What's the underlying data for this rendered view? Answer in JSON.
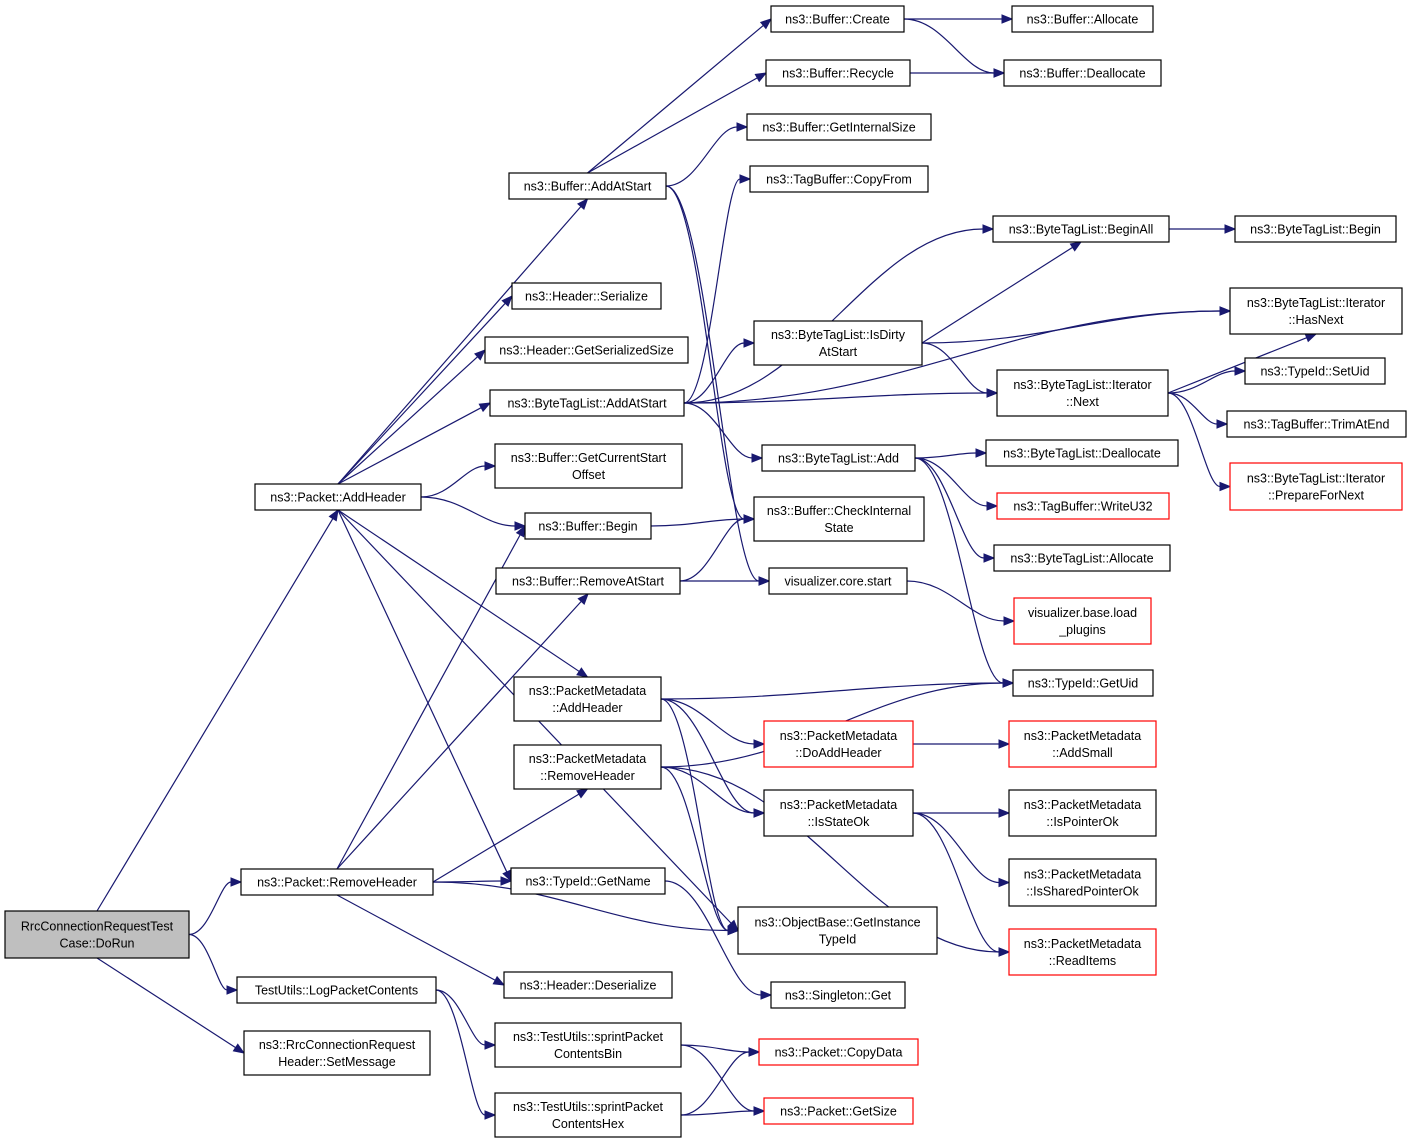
{
  "colors": {
    "edge": "#191970",
    "node_border": "#000000",
    "truncated_node_border": "#ff0000",
    "root_fill": "#bfbfbf",
    "background": "#ffffff"
  },
  "nodes": {
    "n_dorun": {
      "lines": [
        "RrcConnectionRequestTest",
        "Case::DoRun"
      ],
      "kind": "root"
    },
    "n_pkt_addheader": {
      "lines": [
        "ns3::Packet::AddHeader"
      ]
    },
    "n_pkt_removeheader": {
      "lines": [
        "ns3::Packet::RemoveHeader"
      ]
    },
    "n_logpacket": {
      "lines": [
        "TestUtils::LogPacketContents"
      ]
    },
    "n_setmessage": {
      "lines": [
        "ns3::RrcConnectionRequest",
        "Header::SetMessage"
      ]
    },
    "n_buf_addatstart": {
      "lines": [
        "ns3::Buffer::AddAtStart"
      ]
    },
    "n_hdr_serialize": {
      "lines": [
        "ns3::Header::Serialize"
      ]
    },
    "n_hdr_getsersize": {
      "lines": [
        "ns3::Header::GetSerializedSize"
      ]
    },
    "n_btl_addatstart": {
      "lines": [
        "ns3::ByteTagList::AddAtStart"
      ]
    },
    "n_buf_getcurstart": {
      "lines": [
        "ns3::Buffer::GetCurrentStart",
        "Offset"
      ]
    },
    "n_buf_begin": {
      "lines": [
        "ns3::Buffer::Begin"
      ]
    },
    "n_buf_removeatstart": {
      "lines": [
        "ns3::Buffer::RemoveAtStart"
      ]
    },
    "n_pm_addheader": {
      "lines": [
        "ns3::PacketMetadata",
        "::AddHeader"
      ]
    },
    "n_pm_removeheader": {
      "lines": [
        "ns3::PacketMetadata",
        "::RemoveHeader"
      ]
    },
    "n_typeid_getname": {
      "lines": [
        "ns3::TypeId::GetName"
      ]
    },
    "n_hdr_deserialize": {
      "lines": [
        "ns3::Header::Deserialize"
      ]
    },
    "n_sprint_bin": {
      "lines": [
        "ns3::TestUtils::sprintPacket",
        "ContentsBin"
      ]
    },
    "n_sprint_hex": {
      "lines": [
        "ns3::TestUtils::sprintPacket",
        "ContentsHex"
      ]
    },
    "n_buf_create": {
      "lines": [
        "ns3::Buffer::Create"
      ]
    },
    "n_buf_recycle": {
      "lines": [
        "ns3::Buffer::Recycle"
      ]
    },
    "n_buf_getinternalsize": {
      "lines": [
        "ns3::Buffer::GetInternalSize"
      ]
    },
    "n_tagbuf_copyfrom": {
      "lines": [
        "ns3::TagBuffer::CopyFrom"
      ]
    },
    "n_btl_isdirty": {
      "lines": [
        "ns3::ByteTagList::IsDirty",
        "AtStart"
      ]
    },
    "n_btl_add": {
      "lines": [
        "ns3::ByteTagList::Add"
      ]
    },
    "n_buf_checkinternal": {
      "lines": [
        "ns3::Buffer::CheckInternal",
        "State"
      ]
    },
    "n_viz_core_start": {
      "lines": [
        "visualizer.core.start"
      ]
    },
    "n_pm_doaddheader": {
      "lines": [
        "ns3::PacketMetadata",
        "::DoAddHeader"
      ],
      "kind": "trunc"
    },
    "n_pm_isstateok": {
      "lines": [
        "ns3::PacketMetadata",
        "::IsStateOk"
      ]
    },
    "n_ob_getinstancetypeid": {
      "lines": [
        "ns3::ObjectBase::GetInstance",
        "TypeId"
      ]
    },
    "n_singleton_get": {
      "lines": [
        "ns3::Singleton::Get"
      ]
    },
    "n_pkt_copydata": {
      "lines": [
        "ns3::Packet::CopyData"
      ],
      "kind": "trunc"
    },
    "n_pkt_getsize": {
      "lines": [
        "ns3::Packet::GetSize"
      ],
      "kind": "trunc"
    },
    "n_buf_allocate": {
      "lines": [
        "ns3::Buffer::Allocate"
      ]
    },
    "n_buf_deallocate": {
      "lines": [
        "ns3::Buffer::Deallocate"
      ]
    },
    "n_btl_beginall": {
      "lines": [
        "ns3::ByteTagList::BeginAll"
      ]
    },
    "n_btl_begin": {
      "lines": [
        "ns3::ByteTagList::Begin"
      ]
    },
    "n_btl_it_hasnext": {
      "lines": [
        "ns3::ByteTagList::Iterator",
        "::HasNext"
      ]
    },
    "n_btl_it_next": {
      "lines": [
        "ns3::ByteTagList::Iterator",
        "::Next"
      ]
    },
    "n_typeid_setuid": {
      "lines": [
        "ns3::TypeId::SetUid"
      ]
    },
    "n_tagbuf_trimatend": {
      "lines": [
        "ns3::TagBuffer::TrimAtEnd"
      ]
    },
    "n_btl_it_preparefornext": {
      "lines": [
        "ns3::ByteTagList::Iterator",
        "::PrepareForNext"
      ],
      "kind": "trunc"
    },
    "n_btl_deallocate": {
      "lines": [
        "ns3::ByteTagList::Deallocate"
      ]
    },
    "n_tagbuf_writeu32": {
      "lines": [
        "ns3::TagBuffer::WriteU32"
      ],
      "kind": "trunc"
    },
    "n_btl_allocate": {
      "lines": [
        "ns3::ByteTagList::Allocate"
      ]
    },
    "n_viz_base_loadplugins": {
      "lines": [
        "visualizer.base.load",
        "_plugins"
      ],
      "kind": "trunc"
    },
    "n_typeid_getuid": {
      "lines": [
        "ns3::TypeId::GetUid"
      ]
    },
    "n_pm_addsmall": {
      "lines": [
        "ns3::PacketMetadata",
        "::AddSmall"
      ],
      "kind": "trunc"
    },
    "n_pm_ispointerok": {
      "lines": [
        "ns3::PacketMetadata",
        "::IsPointerOk"
      ]
    },
    "n_pm_issharedpointerok": {
      "lines": [
        "ns3::PacketMetadata",
        "::IsSharedPointerOk"
      ]
    },
    "n_pm_readitems": {
      "lines": [
        "ns3::PacketMetadata",
        "::ReadItems"
      ],
      "kind": "trunc"
    }
  }
}
